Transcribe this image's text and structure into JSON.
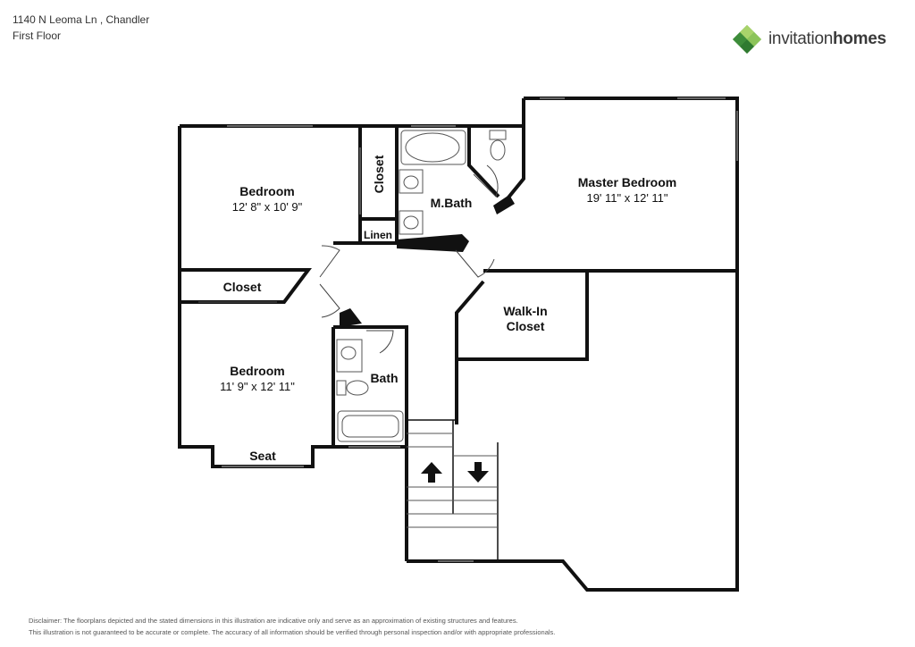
{
  "header": {
    "address": "1140 N Leoma Ln , Chandler",
    "floor": "First Floor"
  },
  "brand": {
    "name_light": "invitation",
    "name_bold": "homes",
    "colors": {
      "leaf_dark": "#3d8c3a",
      "leaf_mid": "#6ab04c",
      "leaf_light": "#a8d36b"
    }
  },
  "rooms": {
    "bedroom_1": {
      "name": "Bedroom",
      "dims": "12' 8\" x 10' 9\""
    },
    "bedroom_2": {
      "name": "Bedroom",
      "dims": "11' 9\" x 12' 11\""
    },
    "master_bedroom": {
      "name": "Master Bedroom",
      "dims": "19' 11\" x 12' 11\""
    },
    "closet_upper": "Closet",
    "closet_left": "Closet",
    "linen": "Linen",
    "master_bath": "M.Bath",
    "walk_in_line1": "Walk-In",
    "walk_in_line2": "Closet",
    "bath": "Bath",
    "seat": "Seat"
  },
  "disclaimer": {
    "line1": "Disclaimer: The floorplans depicted and the stated dimensions in this illustration are indicative only and serve as an approximation of existing structures and features.",
    "line2": "This illustration is not guaranteed to be accurate or complete. The accuracy of all information should be verified through personal inspection and/or with appropriate professionals."
  }
}
